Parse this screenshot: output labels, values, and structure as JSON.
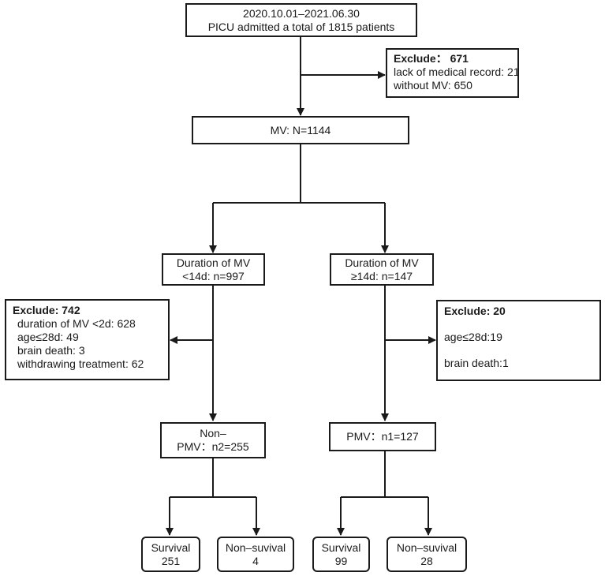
{
  "nodes": {
    "admitted": {
      "line1": "2020.10.01–2021.06.30",
      "line2": "PICU admitted a total of 1815 patients"
    },
    "exclude1": {
      "title": "Exclude：  671",
      "item1": " lack of medical record: 21",
      "item2": "without MV: 650"
    },
    "mv": {
      "label": "MV: N=1144"
    },
    "short_mv": {
      "line1": "Duration of MV",
      "line2": "<14d: n=997"
    },
    "long_mv": {
      "line1": "Duration of MV",
      "line2": "≥14d: n=147"
    },
    "exclude2": {
      "title": "Exclude: 742",
      "item1": "duration of MV <2d: 628",
      "item2": "age≤28d: 49",
      "item3": "brain death: 3",
      "item4": "withdrawing treatment: 62"
    },
    "exclude3": {
      "title": "Exclude: 20",
      "item1": "age≤28d:19",
      "item2": "brain death:1"
    },
    "non_pmv": {
      "line1": "Non–",
      "line2": "PMV：n2=255"
    },
    "pmv": {
      "label": "PMV：n1=127"
    },
    "survival1": {
      "line1": "Survival",
      "line2": "251"
    },
    "nonsurvival1": {
      "line1": "Non–suvival",
      "line2": "4"
    },
    "survival2": {
      "line1": "Survival",
      "line2": "99"
    },
    "nonsurvival2": {
      "line1": "Non–suvival",
      "line2": "28"
    }
  }
}
